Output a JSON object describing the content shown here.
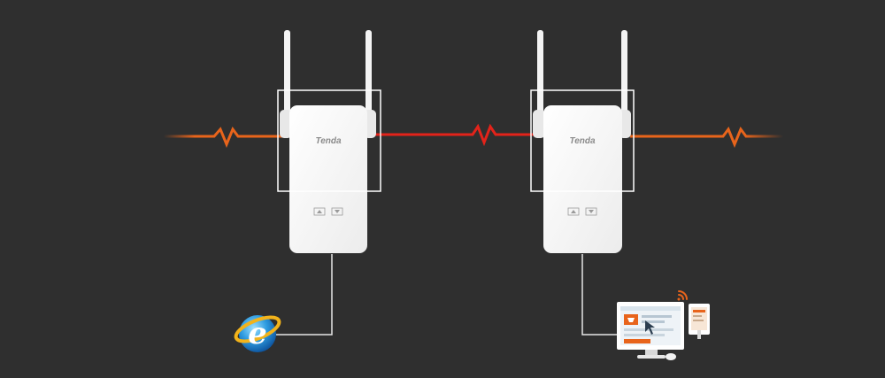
{
  "brand": "Tenda",
  "devices": [
    {
      "brand": "Tenda"
    },
    {
      "brand": "Tenda"
    }
  ],
  "colors": {
    "background": "#2f2f2f",
    "powerline_internal": "#e3231a",
    "powerline_external": "#e8641b",
    "wire": "#e6e6e6",
    "device_body": "#f6f6f6",
    "wifi_signal": "#e8641b"
  },
  "icons": {
    "internet": "internet-explorer-icon",
    "client": "desktop-computer-icon"
  }
}
